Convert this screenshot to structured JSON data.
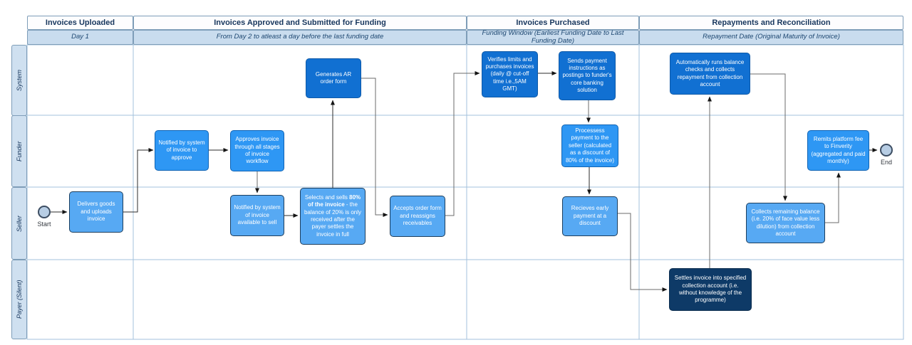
{
  "header": {
    "columns": [
      {
        "title": "Invoices Uploaded",
        "subtitle": "Day 1"
      },
      {
        "title": "Invoices Approved and Submitted for Funding",
        "subtitle": "From Day 2 to atleast a day before the last funding date"
      },
      {
        "title": "Invoices Purchased",
        "subtitle": "Funding Window (Earliest Funding Date to Last Funding Date)"
      },
      {
        "title": "Repayments and Reconciliation",
        "subtitle": "Repayment Date (Original Maturity of Invoice)"
      }
    ]
  },
  "lanes": [
    {
      "label": "System"
    },
    {
      "label": "Funder"
    },
    {
      "label": "Seller"
    },
    {
      "label": "Payer (Silent)"
    }
  ],
  "events": {
    "start_label": "Start",
    "end_label": "End"
  },
  "nodes": {
    "generates_ar": {
      "label": "Generates AR order form"
    },
    "verifies_limits": {
      "label": "Verifies limits and purchases invoices (daily @ cut-off time i.e.,5AM GMT)"
    },
    "sends_payment": {
      "label": "Sends payment instructions as postings to funder's core banking solution"
    },
    "auto_balance": {
      "label": "Automatically runs balance checks and collects repayment from collection account"
    },
    "notified_approve": {
      "label": "Notified by system of invoice to approve"
    },
    "approves_invoice": {
      "label": "Approves invoice through all stages of invoice workflow"
    },
    "processes_payment": {
      "label": "Processess payment to the seller (calculated as a discount of 80% of the invoice)"
    },
    "remits_fee": {
      "label": "Remits platform fee to Finverity (aggregated and paid monthly)"
    },
    "delivers_goods": {
      "label": "Delivers goods and uploads invoice"
    },
    "notified_sell": {
      "label": "Notified by system of invoice available to sell"
    },
    "selects_sells": {
      "label_pre": "Selects and sells ",
      "label_bold": "80% of the invoice",
      "label_post": " - the balance of 20% is only received after the payer settles the invoice in full"
    },
    "accepts_order": {
      "label": "Accepts order form and reassigns receivables"
    },
    "receives_early": {
      "label": "Recieves early payment at a discount"
    },
    "collects_balance": {
      "label": "Collects remaining balance (i.e. 20% of face value less dilution) from collection account"
    },
    "settles_invoice": {
      "label": "Settles invoice into specified collection account (i.e. without knowledge of the programme)"
    }
  },
  "colors": {
    "task_dark_blue": "#1170d2",
    "task_mid_blue": "#2e97f4",
    "task_light_blue": "#57a9f3",
    "task_navy": "#0e3a67",
    "lane_header_fill": "#cfe0f0",
    "subheader_fill": "#c9dcee",
    "grid_line": "#a3c2dc",
    "header_text": "#17365d",
    "event_fill": "#b7cde4"
  }
}
